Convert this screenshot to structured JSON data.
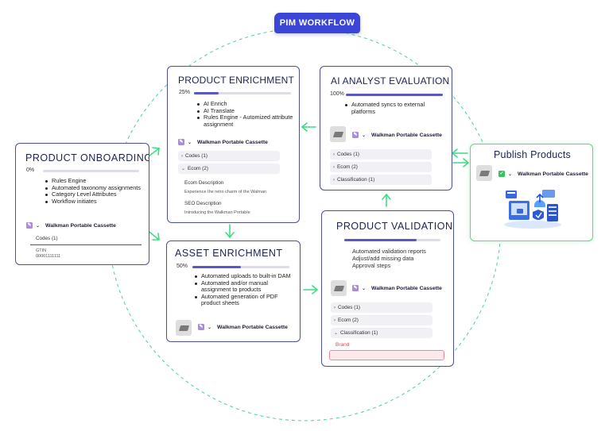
{
  "header": {
    "title": "PIM WORKFLOW"
  },
  "product_name": "Walkman Portable Cassette",
  "onboarding": {
    "title": "PRODUCT ONBOARDING",
    "progress_label": "0%",
    "progress": 0,
    "bullets": [
      "Rules Engine",
      "Automated taxonomy assignments",
      "Category Level Attributes",
      "Workflow initiates"
    ],
    "codes_label": "Codes (1)",
    "gtin_label": "GTIN",
    "gtin_value": "00001111111"
  },
  "enrichment": {
    "title": "PRODUCT ENRICHMENT",
    "progress_label": "25%",
    "progress": 0.25,
    "bullets": [
      "AI Enrich",
      "AI Translate",
      "Rules Engine - Automized attribute assignment"
    ],
    "rows": [
      "Codes (1)",
      "Ecom (2)"
    ],
    "ecom_desc_label": "Ecom Description",
    "ecom_desc_value": "Experience the retro charm of the Walman",
    "seo_desc_label": "SEO Description",
    "seo_desc_value": "Introducing the Walkman Portable"
  },
  "ai_analyst": {
    "title": "AI ANALYST EVALUATION",
    "progress_label": "100%",
    "progress": 1.0,
    "bullets": [
      "Automated syncs to external platforms"
    ],
    "rows": [
      "Codes (1)",
      "Ecom (2)",
      "Classification (1)"
    ]
  },
  "publish": {
    "title": "Publish Products"
  },
  "asset": {
    "title": "ASSET  ENRICHMENT",
    "progress_label": "50%",
    "progress": 0.5,
    "bullets": [
      "Automated uploads to built-in DAM",
      "Automated and/or manual assignment to products",
      "Automated generation of PDF product sheets"
    ]
  },
  "validation": {
    "title": "PRODUCT VALIDATION",
    "progress": 0.75,
    "lines": [
      "Automated validation reports",
      "Adjust/add missing data",
      "Approval steps"
    ],
    "rows": [
      "Codes (1)",
      "Ecom (2)",
      "Classification (1)"
    ],
    "brand_label": "Brand"
  },
  "colors": {
    "accent": "#3b46d6",
    "card_border": "#4a4f9e",
    "progress": "#5a57c9",
    "arrow": "#3ddc84",
    "publish_border": "#5fd889",
    "error": "#e0455b"
  }
}
